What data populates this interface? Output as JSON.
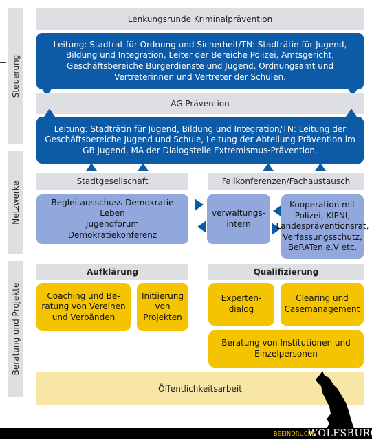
{
  "side_labels": {
    "steuerung": "Steuerung",
    "netzwerke": "Netzwerke",
    "beratung": "Beratung und Projekte"
  },
  "steuerung": {
    "lenkungsrunde": "Lenkungsrunde Kriminalprävention",
    "leitung1": "Leitung: Stadtrat für Ordnung und Sicherheit/TN: Stadträtin für Jugend, Bildung und Integration, Leiter der Bereiche Polizei, Amtsgericht, Geschäftsbereiche Bürgerdienste und Jugend, Ordnungsamt und Vertreterinnen und Vertreter der Schulen.",
    "ag": "AG Prävention",
    "leitung2": "Leitung: Stadträtin für Jugend, Bildung und Integration/TN: Leitung der Geschäftsbereiche Jugend und Schule, Leitung der Abteilung Prävention im GB Jugend, MA der Dialogstelle Extremismus-Prävention."
  },
  "netzwerke": {
    "stadtgesellschaft": "Stadtgesellschaft",
    "fallkonferenzen": "Fallkonferenzen/Fachaustausch",
    "begleit_lines": [
      "Begleitausschuss Demokratie",
      "Leben",
      "Jugendforum",
      "Demokratiekonferenz"
    ],
    "verwaltung_lines": [
      "verwaltungs-",
      "intern"
    ],
    "kooperation_lines": [
      "Kooperation mit",
      "Polizei, KIPNI,",
      "Landespräventionsrat,",
      "Verfassungsschutz,",
      "BeRATen e.V etc."
    ]
  },
  "projekte": {
    "aufklaerung": "Aufklärung",
    "qualifizierung": "Qualifizierung",
    "coaching_lines": [
      "Coaching und Be-",
      "ratung von Vereinen",
      "und Verbänden"
    ],
    "initiierung_lines": [
      "Initiierung",
      "von",
      "Projekten"
    ],
    "experten_lines": [
      "Experten-",
      "dialog"
    ],
    "clearing_lines": [
      "Clearing und",
      "Casemanagement"
    ],
    "beratung_lines": [
      "Beratung von Institutionen und",
      "Einzelpersonen"
    ],
    "oeffentlichkeit": "Öffentlichkeitsarbeit"
  },
  "footer": {
    "slogan": "BEEINDRUCKEND JUNG",
    "brand": "WOLFSBURG"
  },
  "colors": {
    "blue": "#0d5aa7",
    "grey": "#dedfe2",
    "lilac": "#92a8dc",
    "yellow": "#f4c400",
    "pale_yellow": "#f7e6a6"
  }
}
